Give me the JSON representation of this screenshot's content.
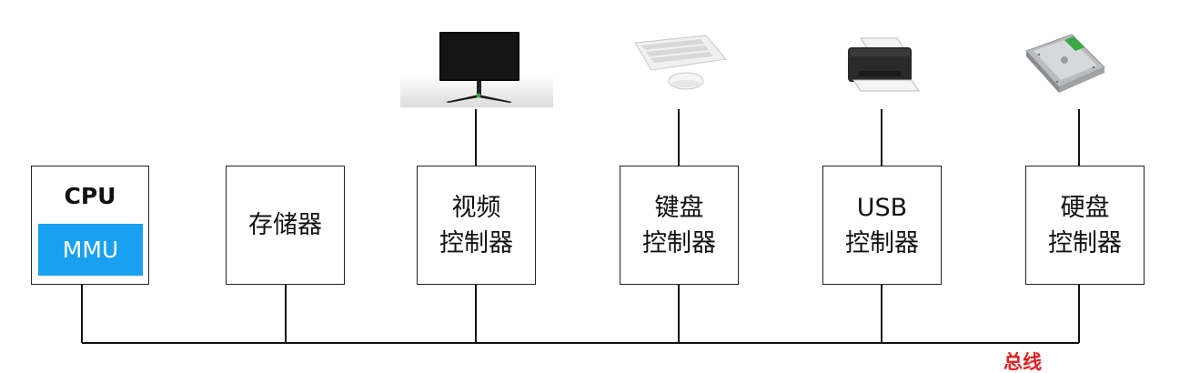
{
  "cpu": {
    "title": "CPU",
    "mmu_label": "MMU"
  },
  "memory": {
    "label": "存储器"
  },
  "video_controller": {
    "label": "视频\n控制器"
  },
  "keyboard_controller": {
    "label": "键盘\n控制器"
  },
  "usb_controller": {
    "label": "USB\n控制器"
  },
  "disk_controller": {
    "label": "硬盘\n控制器"
  },
  "bus": {
    "label": "总线"
  },
  "icons": [
    "monitor-icon",
    "keyboard-mouse-icon",
    "printer-icon",
    "hard-disk-icon"
  ],
  "colors": {
    "mmu": "#1aa0f2",
    "bus_label": "#e02020",
    "line": "#111111"
  }
}
